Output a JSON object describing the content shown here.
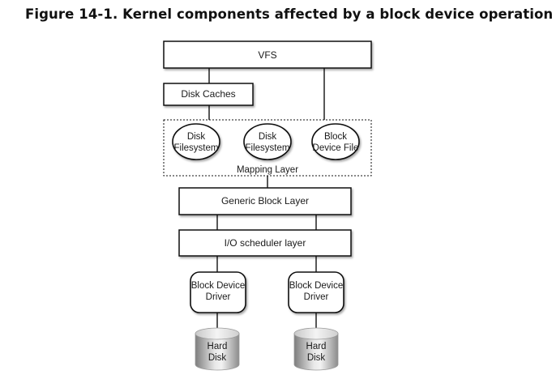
{
  "figure": {
    "title": "Figure 14-1. Kernel components affected by a block device operation"
  },
  "diagram": {
    "vfs": "VFS",
    "disk_caches": "Disk Caches",
    "disk_filesystem_1": [
      "Disk",
      "Filesystem"
    ],
    "disk_filesystem_2": [
      "Disk",
      "Filesystem"
    ],
    "block_device_file": [
      "Block",
      "Device File"
    ],
    "mapping_layer": "Mapping Layer",
    "generic_block_layer": "Generic Block Layer",
    "io_scheduler_layer": "I/O scheduler layer",
    "block_device_driver_1": [
      "Block Device",
      "Driver"
    ],
    "block_device_driver_2": [
      "Block Device",
      "Driver"
    ],
    "hard_disk_1": [
      "Hard",
      "Disk"
    ],
    "hard_disk_2": [
      "Hard",
      "Disk"
    ]
  },
  "colors": {
    "border": "#111111",
    "disk_dark": "#8a8a8a",
    "disk_light": "#e6e6e6"
  }
}
